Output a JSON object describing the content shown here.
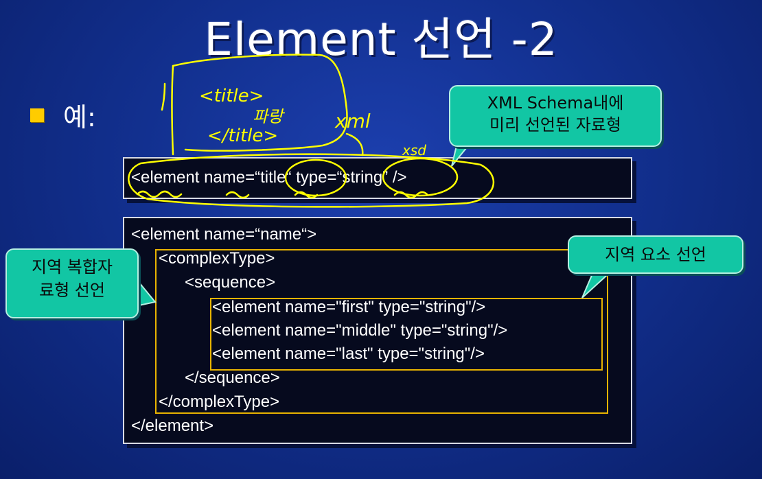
{
  "slide": {
    "title": "Element 선언 -2",
    "bullet": "예:"
  },
  "example1": {
    "code": "<element name=“title“ type=“string” />"
  },
  "example2": {
    "lines": [
      "<element name=“name“>",
      "<complexType>",
      "<sequence>",
      "<element name=\"first\" type=\"string\"/>",
      "<element name=\"middle\" type=\"string\"/>",
      "<element name=\"last\" type=\"string\"/>",
      "</sequence>",
      "</complexType>",
      "</element>"
    ]
  },
  "callouts": {
    "builtin_type": [
      "XML Schema내에",
      "미리 선언된 자료형"
    ],
    "local_complex": [
      "지역 복합자",
      "료형 선언"
    ],
    "local_element": "지역 요소 선언"
  },
  "handwriting": {
    "tag_open": "<title>",
    "content": "파랑",
    "tag_close": "</title>",
    "xml": "xml",
    "xsd": "xsd"
  },
  "colors": {
    "background": "#12308f",
    "bullet": "#ffcc00",
    "callout_fill": "#12c6a4",
    "frame": "#e8b400",
    "ink": "#ffff00"
  }
}
